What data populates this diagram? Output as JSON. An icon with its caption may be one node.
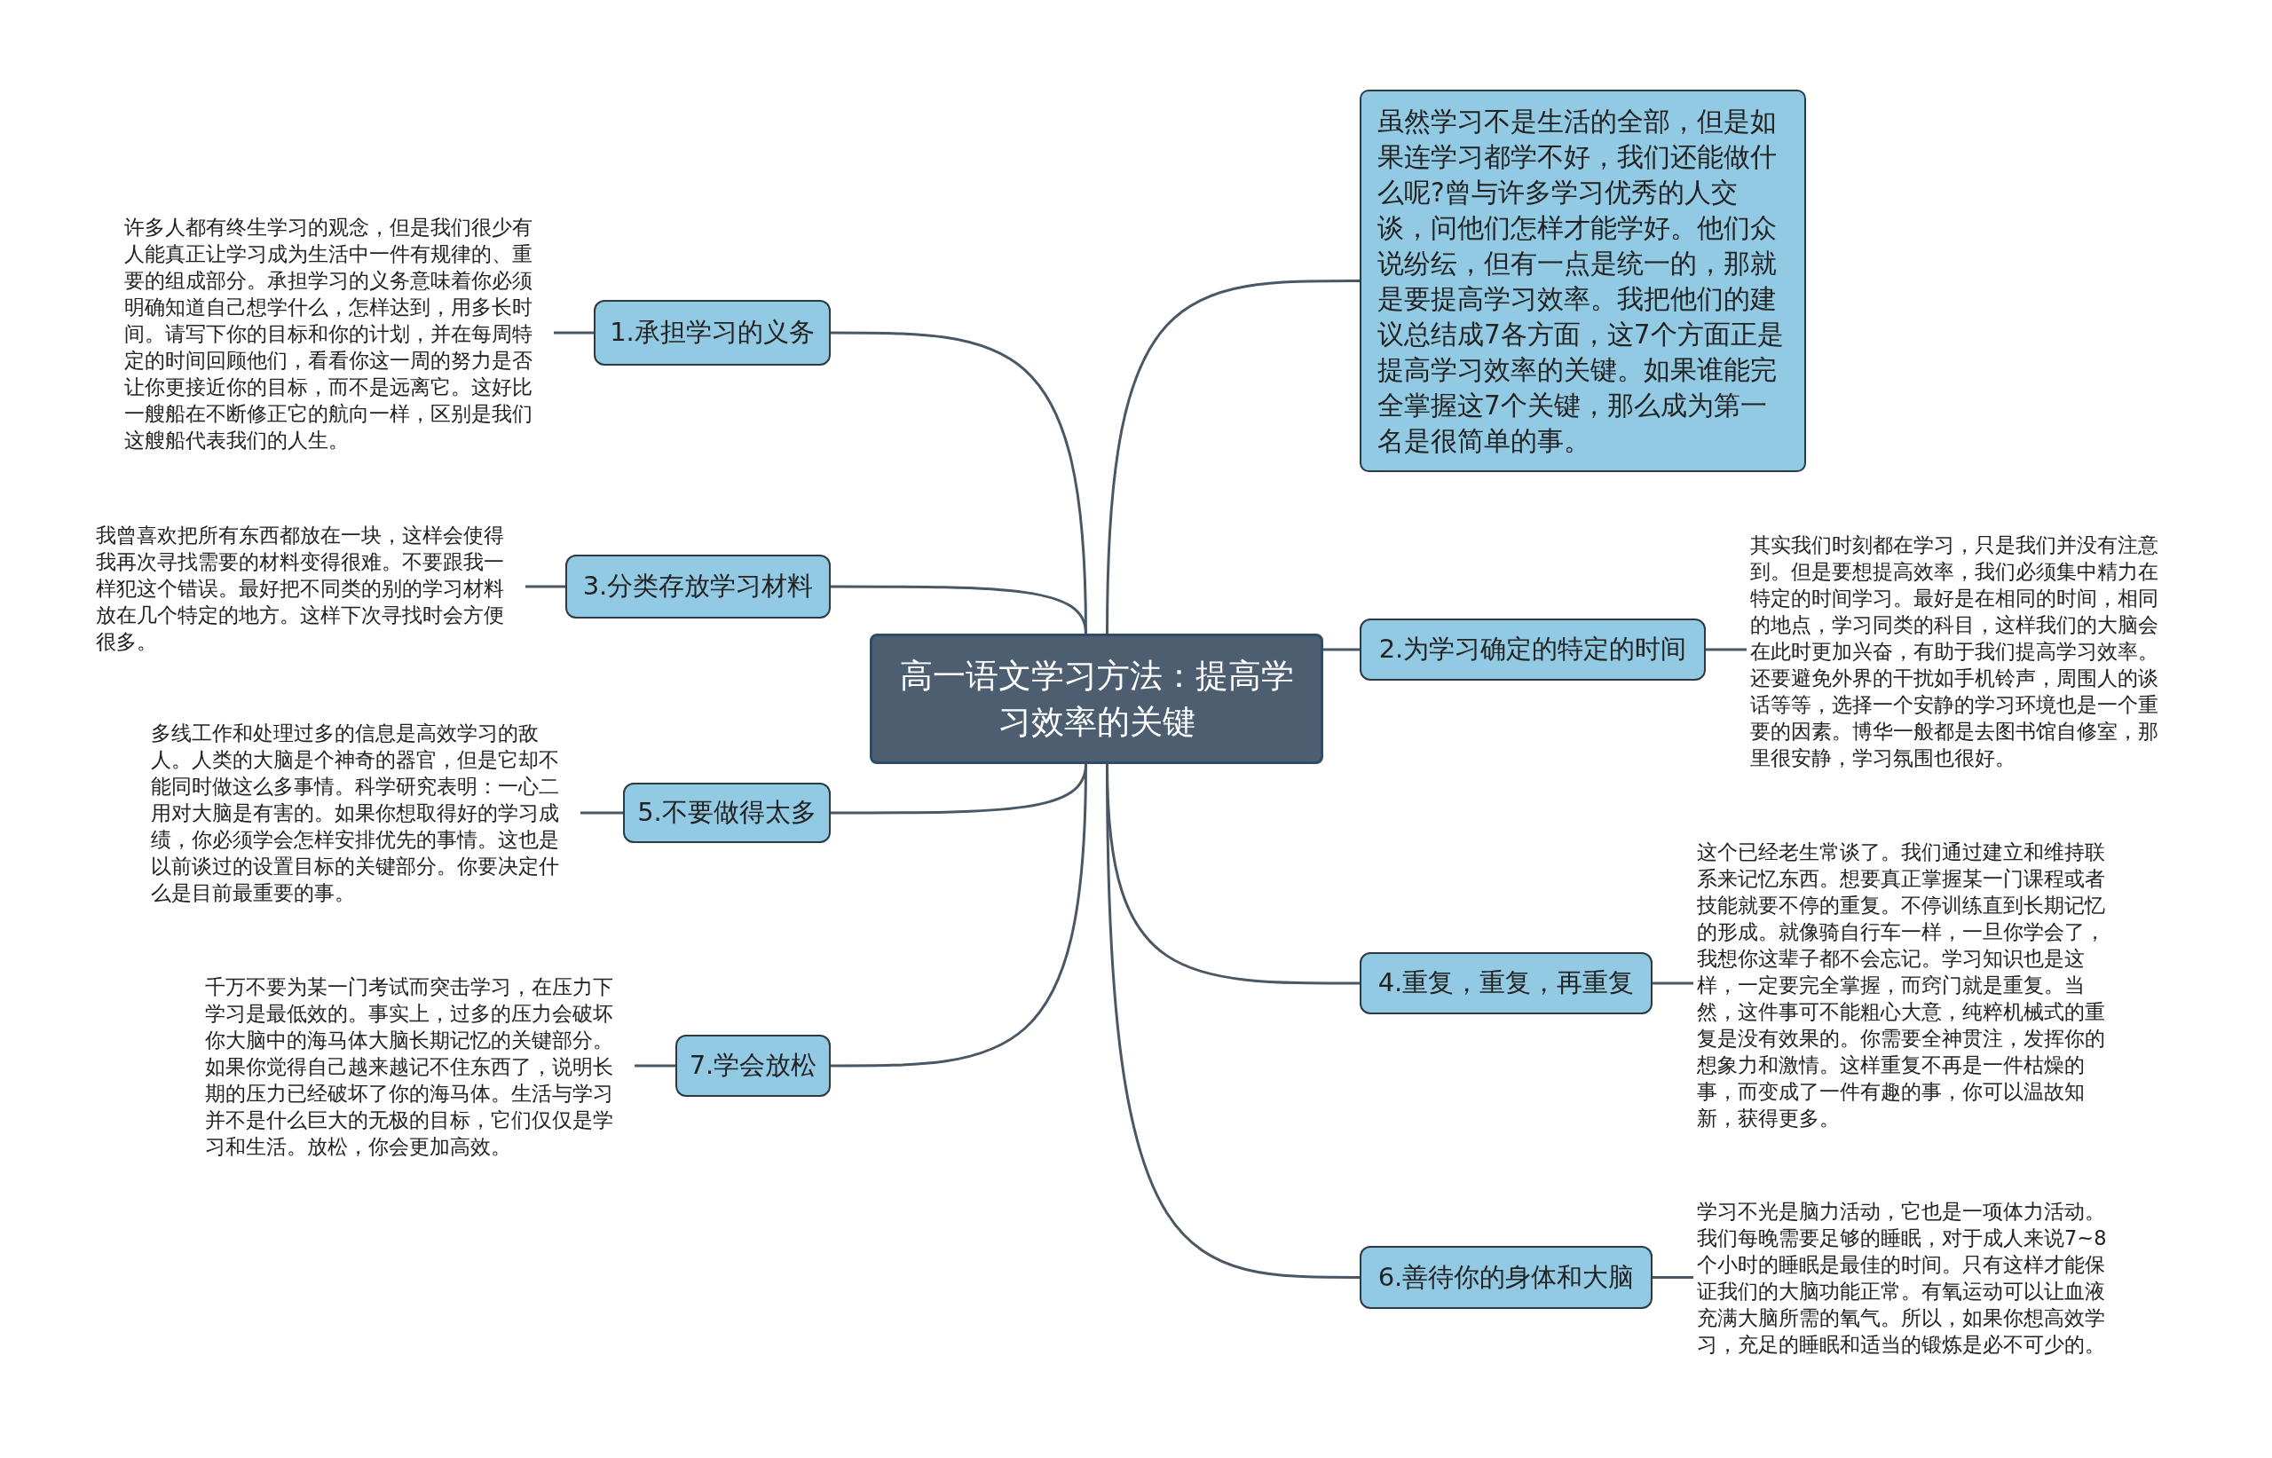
{
  "diagram": {
    "nodes": [
      {
        "text": [
          "高一语文学习方法：提高学习效率的关键"
        ]
      },
      {
        "text": [
          "虽然学习不是生活的全部，但是如果连学习都学不好，我们还能做什么呢?曾与许多学习优秀的人交谈，问他们怎样才能学好。他们众说纷纭，但有一点是统一的，那就是要提高学习效率。我把他们的建议总结成7各方面，这7个方面正是提高学习效率的关键。如果谁能完全掌握这7个关键，那么成为第一名是很简单的事。"
        ]
      },
      {
        "text": [
          "1.承担学习的义务"
        ]
      },
      {
        "text": [
          "许多人都有终生学习的观念，但是我们很少有人能真正让学习成为生活中一件有规律的、重要的组成部分。承担学习的义务意味着你必须明确知道自己想学什么，怎样达到，用多长时间。请写下你的目标和你的计划，并在每周特定的时间回顾他们，看看你这一周的努力是否让你更接近你的目标，而不是远离它。这好比一艘船在不断修正它的航向一样，区别是我们这艘船代表我们的人生。"
        ]
      },
      {
        "text": [
          "2.为学习确定的特定的时间"
        ]
      },
      {
        "text": [
          "其实我们时刻都在学习，只是我们并没有注意到。但是要想提高效率，我们必须集中精力在特定的时间学习。最好是在相同的时间，相同的地点，学习同类的科目，这样我们的大脑会在此时更加兴奋，有助于我们提高学习效率。还要避免外界的干扰如手机铃声，周围人的谈话等等，选择一个安静的学习环境也是一个重要的因素。博华一般都是去图书馆自修室，那里很安静，学习氛围也很好。"
        ]
      },
      {
        "text": [
          "3.分类存放学习材料"
        ]
      },
      {
        "text": [
          "我曾喜欢把所有东西都放在一块，这样会使得我再次寻找需要的材料变得很难。不要跟我一样犯这个错误。最好把不同类的别的学习材料放在几个特定的地方。这样下次寻找时会方便很多。"
        ]
      },
      {
        "text": [
          "4.重复，重复，再重复"
        ]
      },
      {
        "text": [
          "这个已经老生常谈了。我们通过建立和维持联系来记忆东西。想要真正掌握某一门课程或者技能就要不停的重复。不停训练直到长期记忆的形成。就像骑自行车一样，一旦你学会了，我想你这辈子都不会忘记。学习知识也是这样，一定要完全掌握，而窍门就是重复。当然，这件事可不能粗心大意，纯粹机械式的重复是没有效果的。你需要全神贯注，发挥你的想象力和激情。这样重复不再是一件枯燥的事，而变成了一件有趣的事，你可以温故知新，获得更多。"
        ]
      },
      {
        "text": [
          "5.不要做得太多"
        ]
      },
      {
        "text": [
          "多线工作和处理过多的信息是高效学习的敌人。人类的大脑是个神奇的器官，但是它却不能同时做这么多事情。科学研究表明：一心二用对大脑是有害的。如果你想取得好的学习成绩，你必须学会怎样安排优先的事情。这也是以前谈过的设置目标的关键部分。你要决定什么是目前最重要的事。"
        ]
      },
      {
        "text": [
          "6.善待你的身体和大脑"
        ]
      },
      {
        "text": [
          "学习不光是脑力活动，它也是一项体力活动。我们每晚需要足够的睡眠，对于成人来说7~8个小时的睡眠是最佳的时间。只有这样才能保证我们的大脑功能正常。有氧运动可以让血液充满大脑所需的氧气。所以，如果你想高效学习，充足的睡眠和适当的锻炼是必不可少的。"
        ]
      },
      {
        "text": [
          "7.学会放松"
        ]
      },
      {
        "text": [
          "千万不要为某一门考试而突击学习，在压力下学习是最低效的。事实上，过多的压力会破坏你大脑中的海马体大脑长期记忆的关键部分。如果你觉得自己越来越记不住东西了，说明长期的压力已经破坏了你的海马体。生活与学习并不是什么巨大的无极的目标，它们仅仅是学习和生活。放松，你会更加高效。"
        ]
      }
    ],
    "edges": [
      {
        "from": 0,
        "to": 1,
        "arrow": "none"
      },
      {
        "from": 0,
        "to": 2,
        "arrow": "none"
      },
      {
        "from": 2,
        "to": 3,
        "arrow": "none"
      },
      {
        "from": 0,
        "to": 4,
        "arrow": "none"
      },
      {
        "from": 4,
        "to": 5,
        "arrow": "none"
      },
      {
        "from": 0,
        "to": 6,
        "arrow": "none"
      },
      {
        "from": 6,
        "to": 7,
        "arrow": "none"
      },
      {
        "from": 0,
        "to": 8,
        "arrow": "none"
      },
      {
        "from": 8,
        "to": 9,
        "arrow": "none"
      },
      {
        "from": 0,
        "to": 10,
        "arrow": "none"
      },
      {
        "from": 10,
        "to": 11,
        "arrow": "none"
      },
      {
        "from": 0,
        "to": 12,
        "arrow": "none"
      },
      {
        "from": 12,
        "to": 13,
        "arrow": "none"
      },
      {
        "from": 0,
        "to": 14,
        "arrow": "none"
      },
      {
        "from": 14,
        "to": 15,
        "arrow": "none"
      }
    ]
  }
}
